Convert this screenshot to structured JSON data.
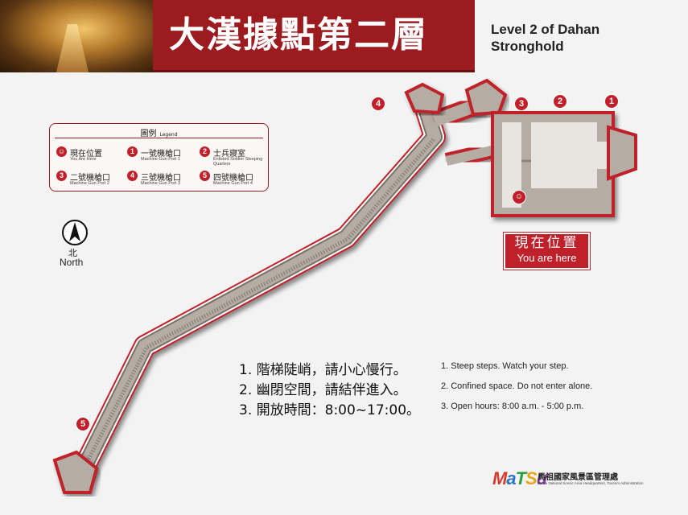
{
  "header": {
    "title_zh": "大漢據點第二層",
    "title_en_line1": "Level 2 of Dahan",
    "title_en_line2": "Stronghold"
  },
  "legend": {
    "title_zh": "圖例",
    "title_en": "Legend",
    "items": [
      {
        "badge": "☺",
        "zh": "現在位置",
        "en": "You Are Here"
      },
      {
        "badge": "1",
        "zh": "一號機槍口",
        "en": "Machine Gun Port 1"
      },
      {
        "badge": "2",
        "zh": "士兵寢室",
        "en": "Enlisted Soldier Sleeping Quarters"
      },
      {
        "badge": "3",
        "zh": "二號機槍口",
        "en": "Machine Gun Port 2"
      },
      {
        "badge": "4",
        "zh": "三號機槍口",
        "en": "Machine Gun Port 3"
      },
      {
        "badge": "5",
        "zh": "四號機槍口",
        "en": "Machine Gun Port 4"
      }
    ]
  },
  "north": {
    "zh": "北",
    "en": "North"
  },
  "map_markers": {
    "m1": "1",
    "m2": "2",
    "m3": "3",
    "m4": "4",
    "m5": "5",
    "here": "☺"
  },
  "you_are_here": {
    "zh": "現在位置",
    "en": "You are here"
  },
  "notes": {
    "zh": [
      "1. 階梯陡峭，請小心慢行。",
      "2. 幽閉空間，請結伴進入。",
      "3. 開放時間：8:00~17:00。"
    ],
    "en": [
      "1. Steep steps. Watch your step.",
      "2. Confined space. Do not enter alone.",
      "3. Open hours: 8:00 a.m. - 5:00 p.m."
    ]
  },
  "footer": {
    "logo": "MATSU",
    "org_zh": "馬祖國家風景區管理處",
    "org_en": "Matsu National Scenic Area Headquarters, Tourism Administration"
  },
  "colors": {
    "accent": "#9b1b1f",
    "badge": "#c0202a",
    "tunnel": "#b5ada4"
  }
}
